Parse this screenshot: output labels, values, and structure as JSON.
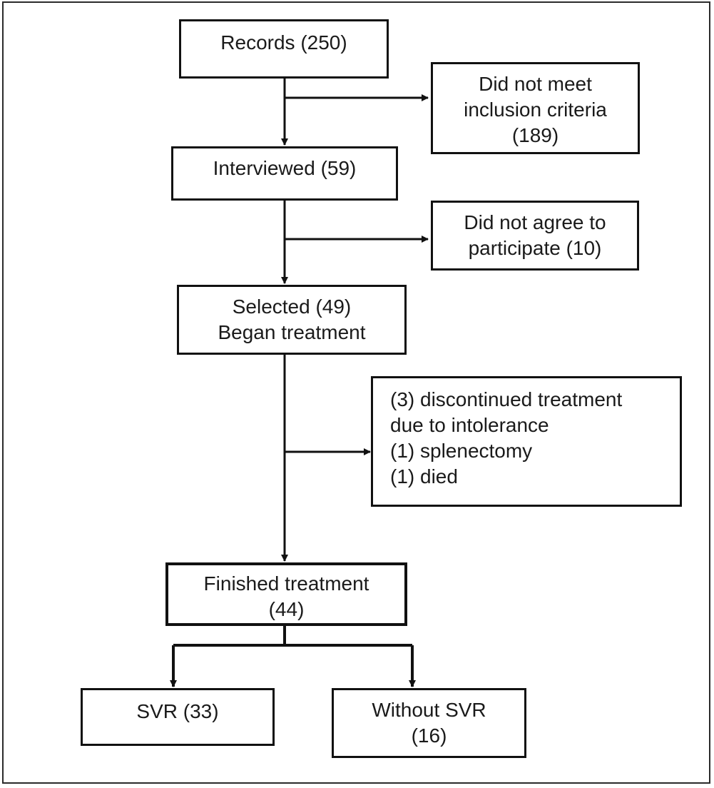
{
  "diagram": {
    "records": {
      "line1": "Records  (250)"
    },
    "excluded_criteria": {
      "line1": "Did not meet",
      "line2": "inclusion criteria",
      "line3": "(189)"
    },
    "interviewed": {
      "line1": "Interviewed (59)"
    },
    "declined": {
      "line1": "Did not agree to",
      "line2": "participate (10)"
    },
    "selected": {
      "line1": "Selected (49)",
      "line2": "Began treatment"
    },
    "losses": {
      "line1": "(3) discontinued treatment",
      "line2": "due to intolerance",
      "line3": "(1) splenectomy",
      "line4": "(1) died"
    },
    "finished": {
      "line1": "Finished treatment",
      "line2": "(44)"
    },
    "svr": {
      "line1": "SVR (33)"
    },
    "without_svr": {
      "line1": "Without SVR",
      "line2": "(16)"
    }
  }
}
